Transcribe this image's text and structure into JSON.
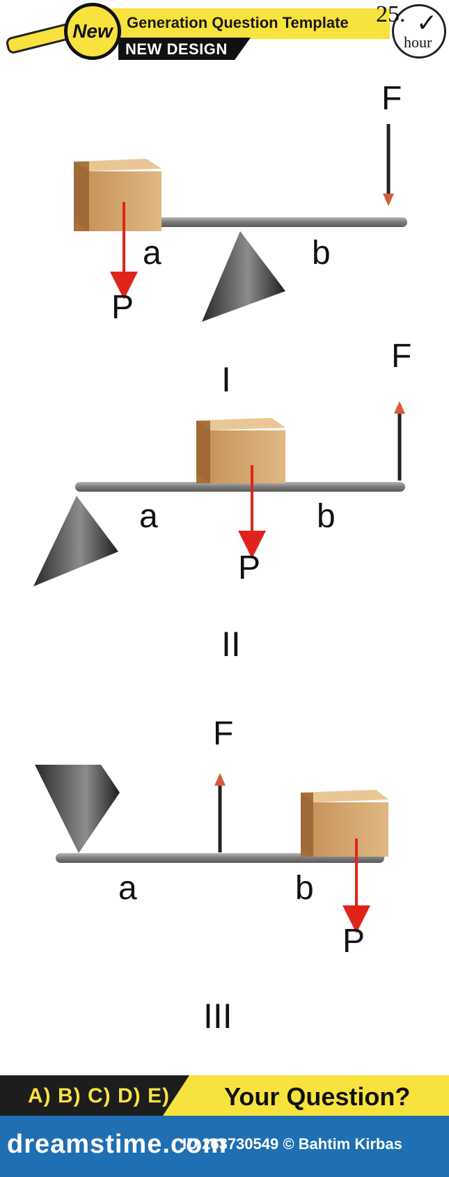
{
  "header": {
    "badge_label": "New",
    "title": "Generation Question Template",
    "subtitle": "NEW DESIGN",
    "clock_number": "25.",
    "clock_unit": "hour"
  },
  "diagrams": [
    {
      "roman": "I",
      "labels": {
        "a": "a",
        "b": "b",
        "force": "F",
        "weight": "P"
      },
      "force_direction": "down"
    },
    {
      "roman": "II",
      "labels": {
        "a": "a",
        "b": "b",
        "force": "F",
        "weight": "P"
      },
      "force_direction": "up"
    },
    {
      "roman": "III",
      "labels": {
        "a": "a",
        "b": "b",
        "force": "F",
        "weight": "P"
      },
      "force_direction": "up"
    }
  ],
  "footer": {
    "answer_options": "A) B) C) D) E)",
    "question": "Your Question?",
    "watermark": "dreamstime.com",
    "image_credit": "ID 263730549 © Bahtim Kirbas"
  },
  "colors": {
    "yellow": "#f7e23e",
    "arrow_red": "#e0241b",
    "beam_gray": "#8a8a8a",
    "box_tan": "#d1a46e",
    "footer_blue": "#1f6fb2"
  }
}
